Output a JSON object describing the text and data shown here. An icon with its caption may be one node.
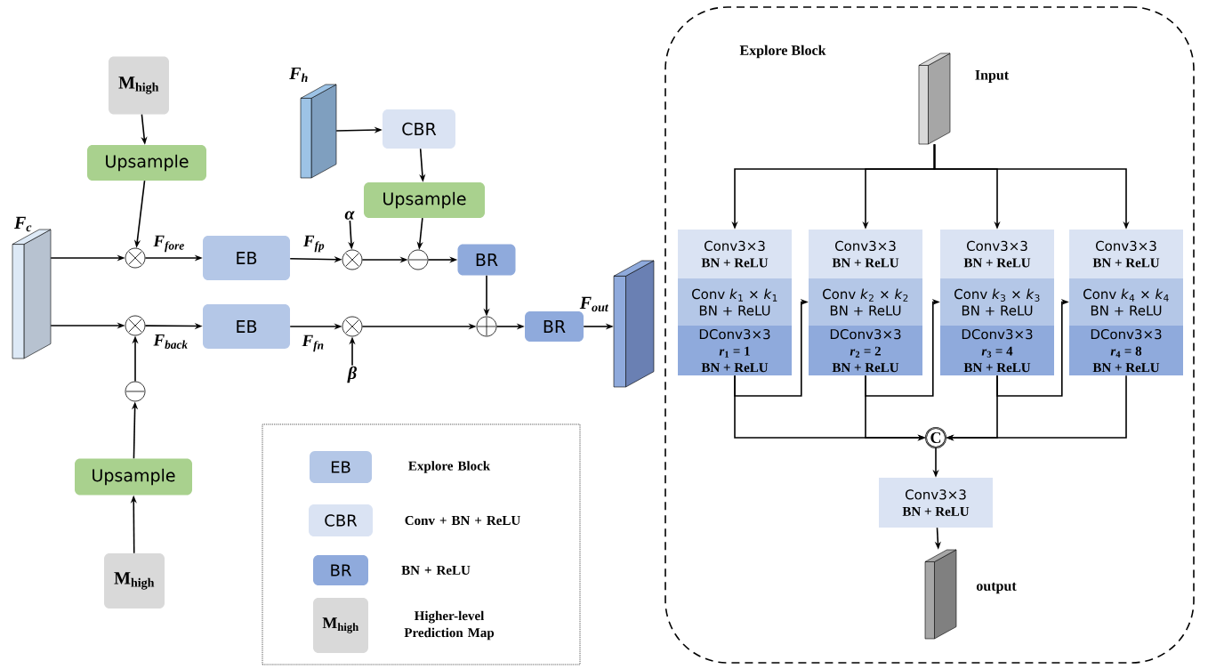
{
  "diagram": {
    "nodes": [
      {
        "text": [
          "M$_{high}$"
        ]
      },
      {
        "text": [
          "Upsample"
        ]
      },
      {
        "text": [
          "F$_{c}$"
        ]
      },
      {
        "text": [],
        "shape": "circle"
      },
      {
        "text": [
          "EB"
        ]
      },
      {
        "text": [
          "α"
        ]
      },
      {
        "text": [],
        "shape": "circle"
      },
      {
        "text": [
          "F$_{h}$"
        ]
      },
      {
        "text": [
          "CBR"
        ]
      },
      {
        "text": [
          "Upsample"
        ]
      },
      {
        "text": [],
        "shape": "circle"
      },
      {
        "text": [
          "BR"
        ]
      },
      {
        "text": [],
        "shape": "circle"
      },
      {
        "text": [
          "EB"
        ]
      },
      {
        "text": [],
        "shape": "circle"
      },
      {
        "text": [
          "β"
        ]
      },
      {
        "text": [],
        "shape": "circle"
      },
      {
        "text": [
          "BR"
        ]
      },
      {
        "text": [
          "F$_{out}$"
        ]
      },
      {
        "text": [],
        "shape": "circle"
      },
      {
        "text": [
          "Upsample"
        ]
      },
      {
        "text": [
          "M$_{high}$"
        ]
      },
      {
        "text": [],
        "shape": "box"
      },
      {
        "text": [
          "EB"
        ],
        "in": 22,
        "beside": [
          "Explore Block"
        ]
      },
      {
        "text": [
          "CBR"
        ],
        "in": 22,
        "beside": [
          "Conv + BN + ReLU"
        ]
      },
      {
        "text": [
          "BR"
        ],
        "in": 22,
        "beside": [
          "BN + ReLU"
        ]
      },
      {
        "text": [
          "M$_{high}$"
        ],
        "in": 22,
        "beside": [
          "Higher-level Prediction Map"
        ]
      },
      {
        "text": [
          "Explore Block"
        ]
      },
      {
        "text": [
          "Input"
        ],
        "in": 27
      },
      {
        "text": [
          "Conv3×3",
          "BN + ReLU"
        ],
        "in": 27
      },
      {
        "text": [
          "Conv *k*$_{1}$ × *k*$_{1}$",
          "BN + ReLU"
        ],
        "in": 27
      },
      {
        "text": [
          "DConv3×3",
          "*r*$_{1}$ = 1",
          "BN + ReLU"
        ],
        "in": 27
      },
      {
        "text": [
          "Conv3×3",
          "BN + ReLU"
        ],
        "in": 27
      },
      {
        "text": [
          "Conv *k*$_{2}$ × *k*$_{2}$",
          "BN + ReLU"
        ],
        "in": 27
      },
      {
        "text": [
          "DConv3×3",
          "*r*$_{2}$ = 2",
          "BN + ReLU"
        ],
        "in": 27
      },
      {
        "text": [
          "Conv3×3",
          "BN + ReLU"
        ],
        "in": 27
      },
      {
        "text": [
          "Conv *k*$_{3}$ × *k*$_{3}$",
          "BN + ReLU"
        ],
        "in": 27
      },
      {
        "text": [
          "DConv3×3",
          "*r*$_{3}$ = 4",
          "BN + ReLU"
        ],
        "in": 27
      },
      {
        "text": [
          "Conv3×3",
          "BN + ReLU"
        ],
        "in": 27
      },
      {
        "text": [
          "Conv *k*$_{4}$ × *k*$_{4}$",
          "BN + ReLU"
        ],
        "in": 27
      },
      {
        "text": [
          "DConv3×3",
          "*r*$_{4}$ = 8",
          "BN + ReLU"
        ],
        "in": 27
      },
      {
        "text": [
          "C"
        ],
        "in": 27
      },
      {
        "text": [
          "Conv3×3",
          "BN + ReLU"
        ],
        "in": 27
      },
      {
        "text": [
          "output"
        ],
        "in": 27
      }
    ],
    "edges": [
      {
        "from": 0,
        "to": 1,
        "arrow": "to"
      },
      {
        "from": 1,
        "to": 3,
        "arrow": "to"
      },
      {
        "from": 2,
        "to": 3,
        "arrow": "to"
      },
      {
        "from": 3,
        "to": 4,
        "arrow": "to",
        "label": "F$_{fore}$"
      },
      {
        "from": 4,
        "to": 6,
        "arrow": "to",
        "label": "F$_{fp}$"
      },
      {
        "from": 5,
        "to": 6,
        "arrow": "to"
      },
      {
        "from": 6,
        "to": 10,
        "arrow": "to"
      },
      {
        "from": 7,
        "to": 8,
        "arrow": "to"
      },
      {
        "from": 8,
        "to": 9,
        "arrow": "to"
      },
      {
        "from": 9,
        "to": 10,
        "arrow": "to"
      },
      {
        "from": 10,
        "to": 11,
        "arrow": "to"
      },
      {
        "from": 11,
        "to": 16,
        "arrow": "to"
      },
      {
        "from": 2,
        "to": 12,
        "arrow": "to"
      },
      {
        "from": 12,
        "to": 13,
        "arrow": "to",
        "label": "F$_{back}$"
      },
      {
        "from": 13,
        "to": 14,
        "arrow": "to",
        "label": "F$_{fn}$"
      },
      {
        "from": 15,
        "to": 14,
        "arrow": "to"
      },
      {
        "from": 14,
        "to": 16,
        "arrow": "to"
      },
      {
        "from": 16,
        "to": 17,
        "arrow": "to"
      },
      {
        "from": 17,
        "to": 18,
        "arrow": "to"
      },
      {
        "from": 21,
        "to": 20,
        "arrow": "to"
      },
      {
        "from": 20,
        "to": 19,
        "arrow": "to"
      },
      {
        "from": 19,
        "to": 12,
        "arrow": "to"
      },
      {
        "from": 28,
        "to": 29,
        "arrow": "to"
      },
      {
        "from": 28,
        "to": 32,
        "arrow": "to"
      },
      {
        "from": 28,
        "to": 35,
        "arrow": "to"
      },
      {
        "from": 28,
        "to": 38,
        "arrow": "to"
      },
      {
        "from": 31,
        "to": 33,
        "arrow": "to"
      },
      {
        "from": 34,
        "to": 36,
        "arrow": "to"
      },
      {
        "from": 37,
        "to": 39,
        "arrow": "to"
      },
      {
        "from": 31,
        "to": 41,
        "arrow": "to"
      },
      {
        "from": 34,
        "to": 41,
        "arrow": "to"
      },
      {
        "from": 37,
        "to": 41,
        "arrow": "to"
      },
      {
        "from": 40,
        "to": 41,
        "arrow": "to"
      },
      {
        "from": 41,
        "to": 42,
        "arrow": "to"
      },
      {
        "from": 42,
        "to": 43,
        "arrow": "to"
      }
    ]
  }
}
